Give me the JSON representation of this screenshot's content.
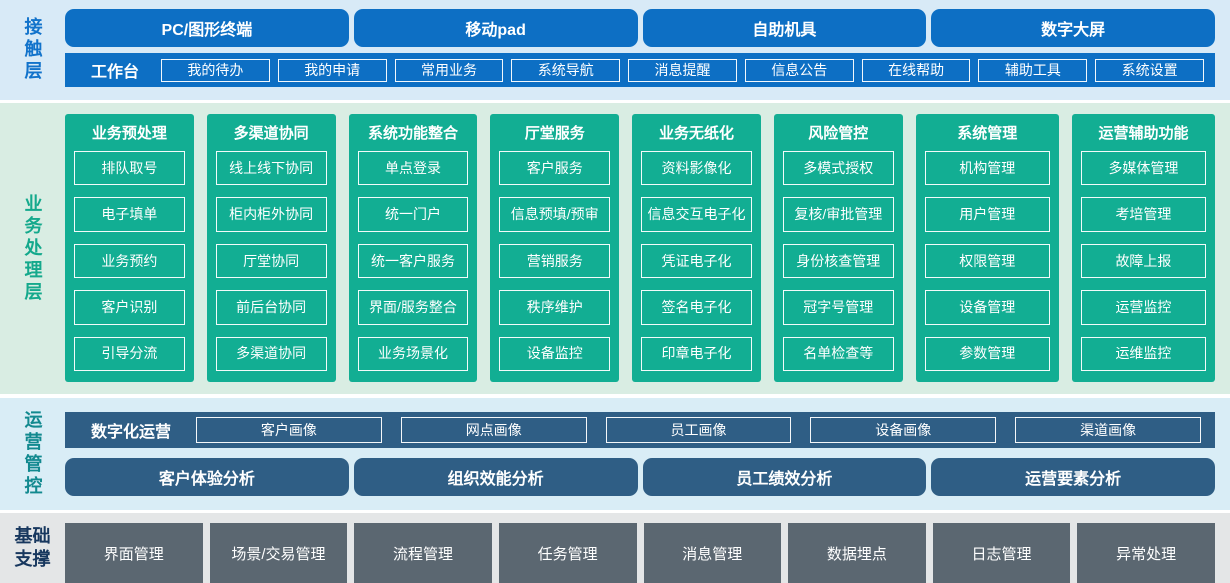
{
  "colors": {
    "contact_block": "#0d6fc4",
    "contact_bg": "#d8eaf7",
    "contact_label_text": "#1273cb",
    "business_block": "#12ae93",
    "business_bg": "#d9ede3",
    "business_label_text": "#14a98c",
    "ops_block": "#2f5e85",
    "ops_bg": "#d9edf6",
    "ops_label_text": "#12898f",
    "foundation_block": "#5b6771",
    "foundation_bg": "#e4e6e7",
    "foundation_label_text": "#17375e",
    "block_text": "#ffffff"
  },
  "contact_layer": {
    "label": "接触层",
    "terminals": [
      "PC/图形终端",
      "移动pad",
      "自助机具",
      "数字大屏"
    ],
    "workbench": {
      "label": "工作台",
      "items": [
        "我的待办",
        "我的申请",
        "常用业务",
        "系统导航",
        "消息提醒",
        "信息公告",
        "在线帮助",
        "辅助工具",
        "系统设置"
      ]
    }
  },
  "business_layer": {
    "label": "业务处理层",
    "columns": [
      {
        "title": "业务预处理",
        "items": [
          "排队取号",
          "电子填单",
          "业务预约",
          "客户识别",
          "引导分流"
        ]
      },
      {
        "title": "多渠道协同",
        "items": [
          "线上线下协同",
          "柜内柜外协同",
          "厅堂协同",
          "前后台协同",
          "多渠道协同"
        ]
      },
      {
        "title": "系统功能整合",
        "items": [
          "单点登录",
          "统一门户",
          "统一客户服务",
          "界面/服务整合",
          "业务场景化"
        ]
      },
      {
        "title": "厅堂服务",
        "items": [
          "客户服务",
          "信息预填/预审",
          "营销服务",
          "秩序维护",
          "设备监控"
        ]
      },
      {
        "title": "业务无纸化",
        "items": [
          "资料影像化",
          "信息交互电子化",
          "凭证电子化",
          "签名电子化",
          "印章电子化"
        ]
      },
      {
        "title": "风险管控",
        "items": [
          "多模式授权",
          "复核/审批管理",
          "身份核查管理",
          "冠字号管理",
          "名单检查等"
        ]
      },
      {
        "title": "系统管理",
        "items": [
          "机构管理",
          "用户管理",
          "权限管理",
          "设备管理",
          "参数管理"
        ]
      },
      {
        "title": "运营辅助功能",
        "items": [
          "多媒体管理",
          "考培管理",
          "故障上报",
          "运营监控",
          "运维监控"
        ]
      }
    ]
  },
  "operations_layer": {
    "label": "运营管控",
    "digital_ops": {
      "label": "数字化运营",
      "items": [
        "客户画像",
        "网点画像",
        "员工画像",
        "设备画像",
        "渠道画像"
      ]
    },
    "analysis": [
      "客户体验分析",
      "组织效能分析",
      "员工绩效分析",
      "运营要素分析"
    ]
  },
  "foundation_layer": {
    "label": "基础支撑",
    "items": [
      "界面管理",
      "场景/交易管理",
      "流程管理",
      "任务管理",
      "消息管理",
      "数据埋点",
      "日志管理",
      "异常处理"
    ]
  }
}
